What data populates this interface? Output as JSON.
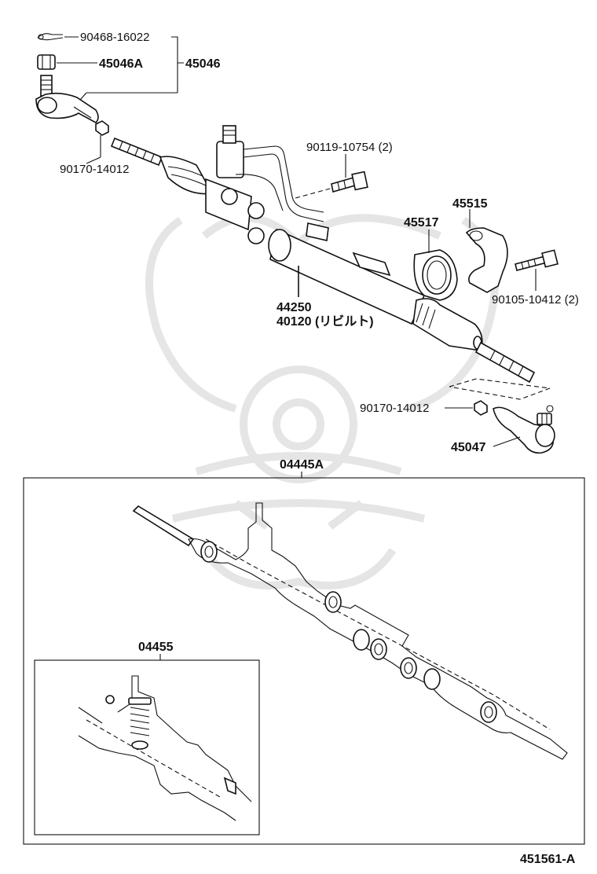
{
  "labels": {
    "cotter_pin": "90468-16022",
    "nut": "45046A",
    "tie_rod_end_left": "45046",
    "nut_left": "90170-14012",
    "bolt_upper": "90119-10754 (2)",
    "bracket": "45515",
    "grommet": "45517",
    "bolt_bracket": "90105-10412 (2)",
    "gear_assy": "44250",
    "gear_rebuilt": "40120 (リビルト)",
    "nut_right": "90170-14012",
    "tie_rod_end_right": "45047",
    "kit_outer": "04445A",
    "kit_inner": "04455",
    "diagram_id": "451561-A"
  }
}
